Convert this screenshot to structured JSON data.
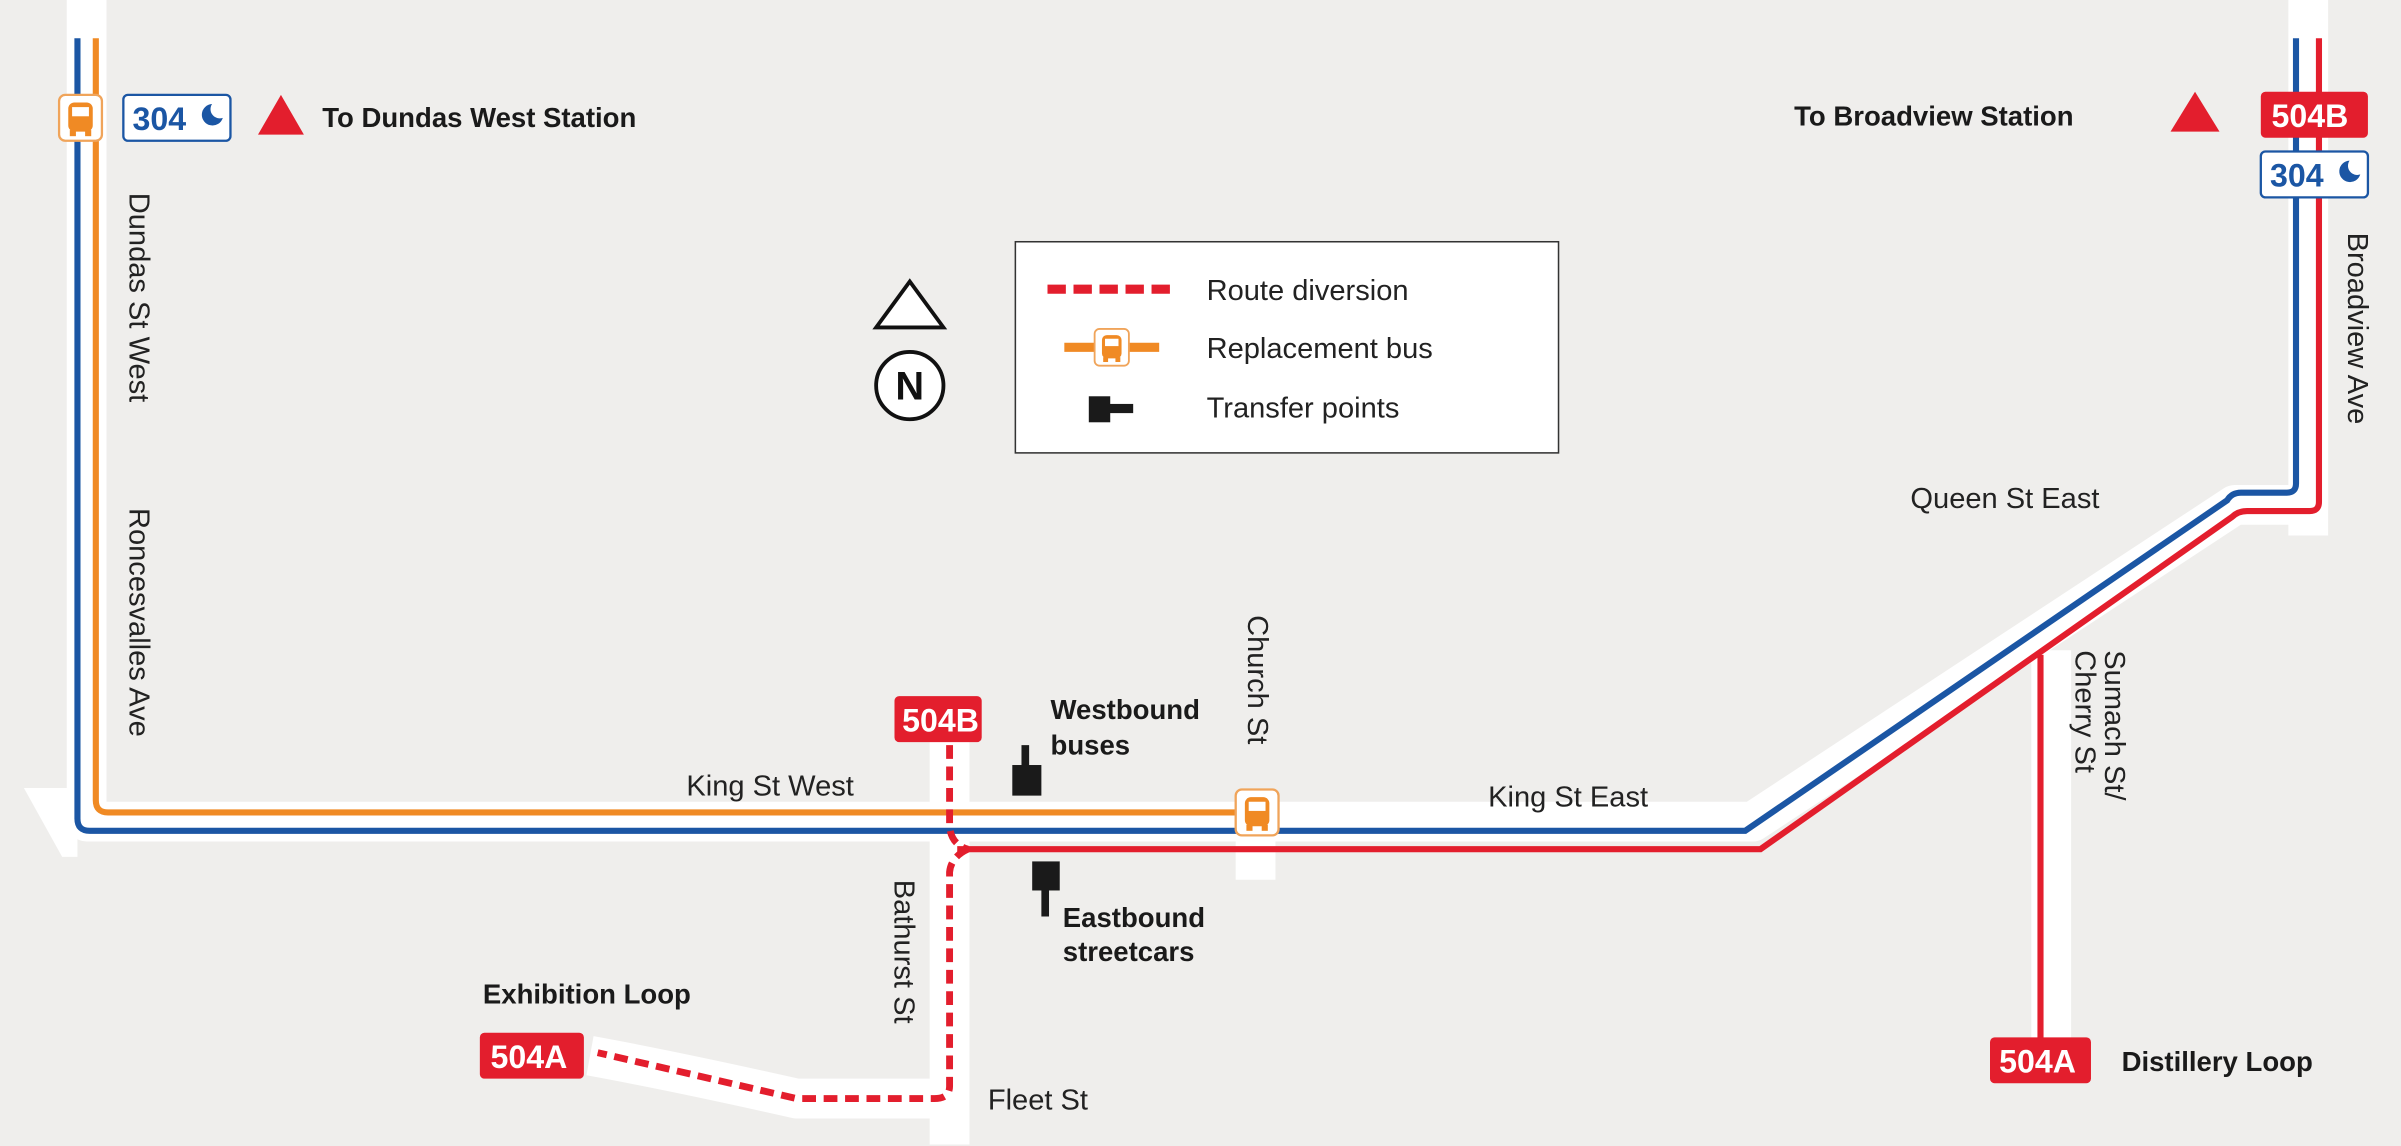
{
  "colors": {
    "background": "#efeeec",
    "route_red": "#e31e2d",
    "route_blue": "#1b56a4",
    "bus_orange": "#f08a24",
    "road": "#ffffff",
    "text": "#222222"
  },
  "destinations": {
    "west": "To Dundas West Station",
    "east": "To Broadview Station"
  },
  "badges": {
    "night_route": "304",
    "route_b": "504B",
    "route_a": "504A"
  },
  "streets": {
    "dundas": "Dundas St West",
    "roncesvalles": "Roncesvalles Ave",
    "broadview": "Broadview Ave",
    "queen_east": "Queen St East",
    "king_west": "King St West",
    "king_east": "King St East",
    "church": "Church St",
    "bathurst": "Bathurst St",
    "fleet": "Fleet St",
    "sumach": "Sumach St/",
    "cherry": "Cherry St"
  },
  "places": {
    "exhibition": "Exhibition Loop",
    "distillery": "Distillery Loop"
  },
  "transfers": {
    "westbound_1": "Westbound",
    "westbound_2": "buses",
    "eastbound_1": "Eastbound",
    "eastbound_2": "streetcars"
  },
  "compass": {
    "letter": "N"
  },
  "legend": {
    "items": [
      {
        "label": "Route diversion",
        "icon": "dashed-red-line"
      },
      {
        "label": "Replacement bus",
        "icon": "bus-icon"
      },
      {
        "label": "Transfer points",
        "icon": "transfer-icon"
      }
    ]
  }
}
